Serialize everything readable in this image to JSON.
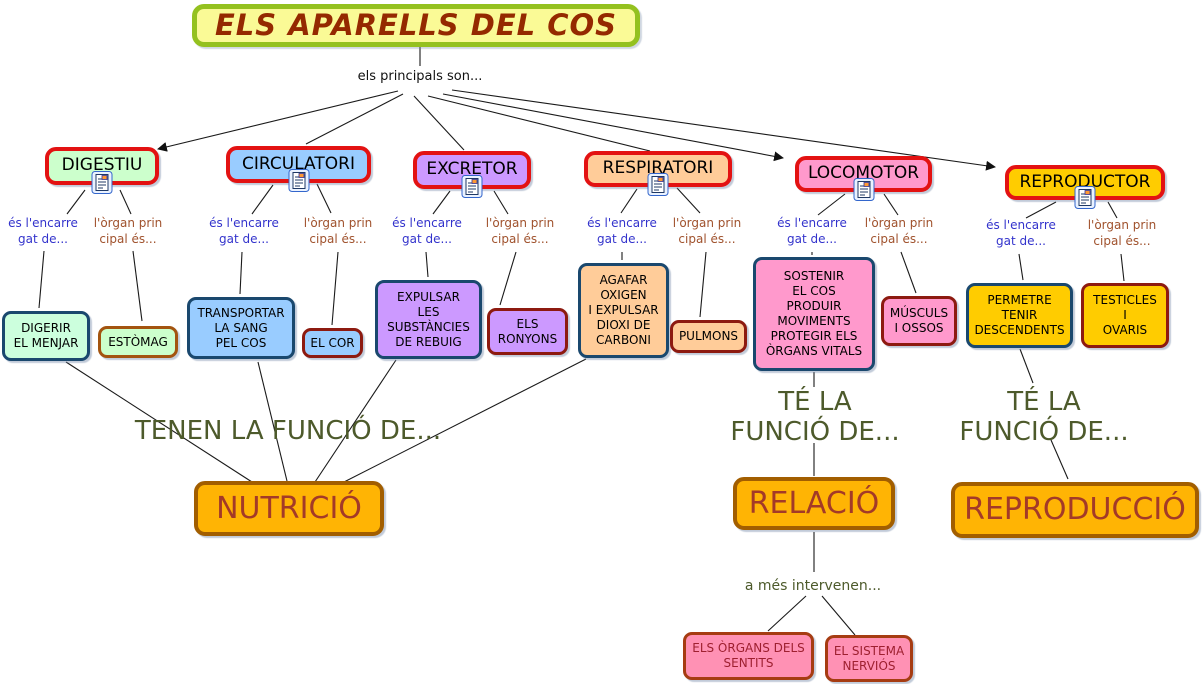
{
  "title": "ELS APARELLS DEL COS",
  "root_link": "els principals son...",
  "links": {
    "function_label": "és l'encarre\ngat de...",
    "organ_label": "l'òrgan prin\ncipal és...",
    "tenen_funcio": "TENEN LA FUNCIÓ DE...",
    "te_funcio": "TÉ LA\nFUNCIÓ DE...",
    "a_mes": "a més intervenen..."
  },
  "systems": [
    {
      "name": "DIGESTIU",
      "function": "DIGERIR\nEL MENJAR",
      "organ": "ESTÒMAG",
      "color": "#CCFFCC"
    },
    {
      "name": "CIRCULATORI",
      "function": "TRANSPORTAR\nLA SANG\nPEL COS",
      "organ": "EL COR",
      "color": "#99CCFF"
    },
    {
      "name": "EXCRETOR",
      "function": "EXPULSAR\nLES\nSUBSTÀNCIES\nDE REBUIG",
      "organ": "ELS\nRONYONS",
      "color": "#CC99FF"
    },
    {
      "name": "RESPIRATORI",
      "function": "AGAFAR\nOXIGEN\nI EXPULSAR\nDIOXI DE\nCARBONI",
      "organ": "PULMONS",
      "color": "#FFCC99"
    },
    {
      "name": "LOCOMOTOR",
      "function": "SOSTENIR\nEL COS\nPRODUIR\nMOVIMENTS\nPROTEGIR ELS\nÒRGANS VITALS",
      "organ": "MÚSCULS\nI OSSOS",
      "color": "#FF99CC"
    },
    {
      "name": "REPRODUCTOR",
      "function": "PERMETRE\nTENIR\nDESCENDENTS",
      "organ": "TESTICLES\nI\nOVARIS",
      "color": "#FFCC00"
    }
  ],
  "functions": {
    "nutricio": "NUTRICIÓ",
    "relacio": "RELACIÓ",
    "reproduccio": "REPRODUCCIÓ",
    "sentits": "ELS ÒRGANS DELS\nSENTITS",
    "nervios": "EL SISTEMA\nNERVIÓS"
  },
  "icons": {
    "resource_icon": "document-resource-icon"
  },
  "colors": {
    "main_border": "#E31212",
    "function_node_border": "#1A486E",
    "organ_node_border": "#8D1A10",
    "estomag_border": "#A3540F",
    "title_bg": "#FAFA96",
    "title_border": "#94C11F",
    "title_text": "#942900",
    "function_big_bg": "#FFB404",
    "function_big_border": "#A25E00",
    "function_big_text": "#A33A28",
    "bottom_pink_bg": "#FF91B4",
    "bottom_pink_border": "#A63C12",
    "bottom_pink_text": "#9E2030",
    "link_function_text": "#3333CC",
    "link_organ_text": "#A0522D",
    "link_olive_text": "#4D5A2B"
  }
}
